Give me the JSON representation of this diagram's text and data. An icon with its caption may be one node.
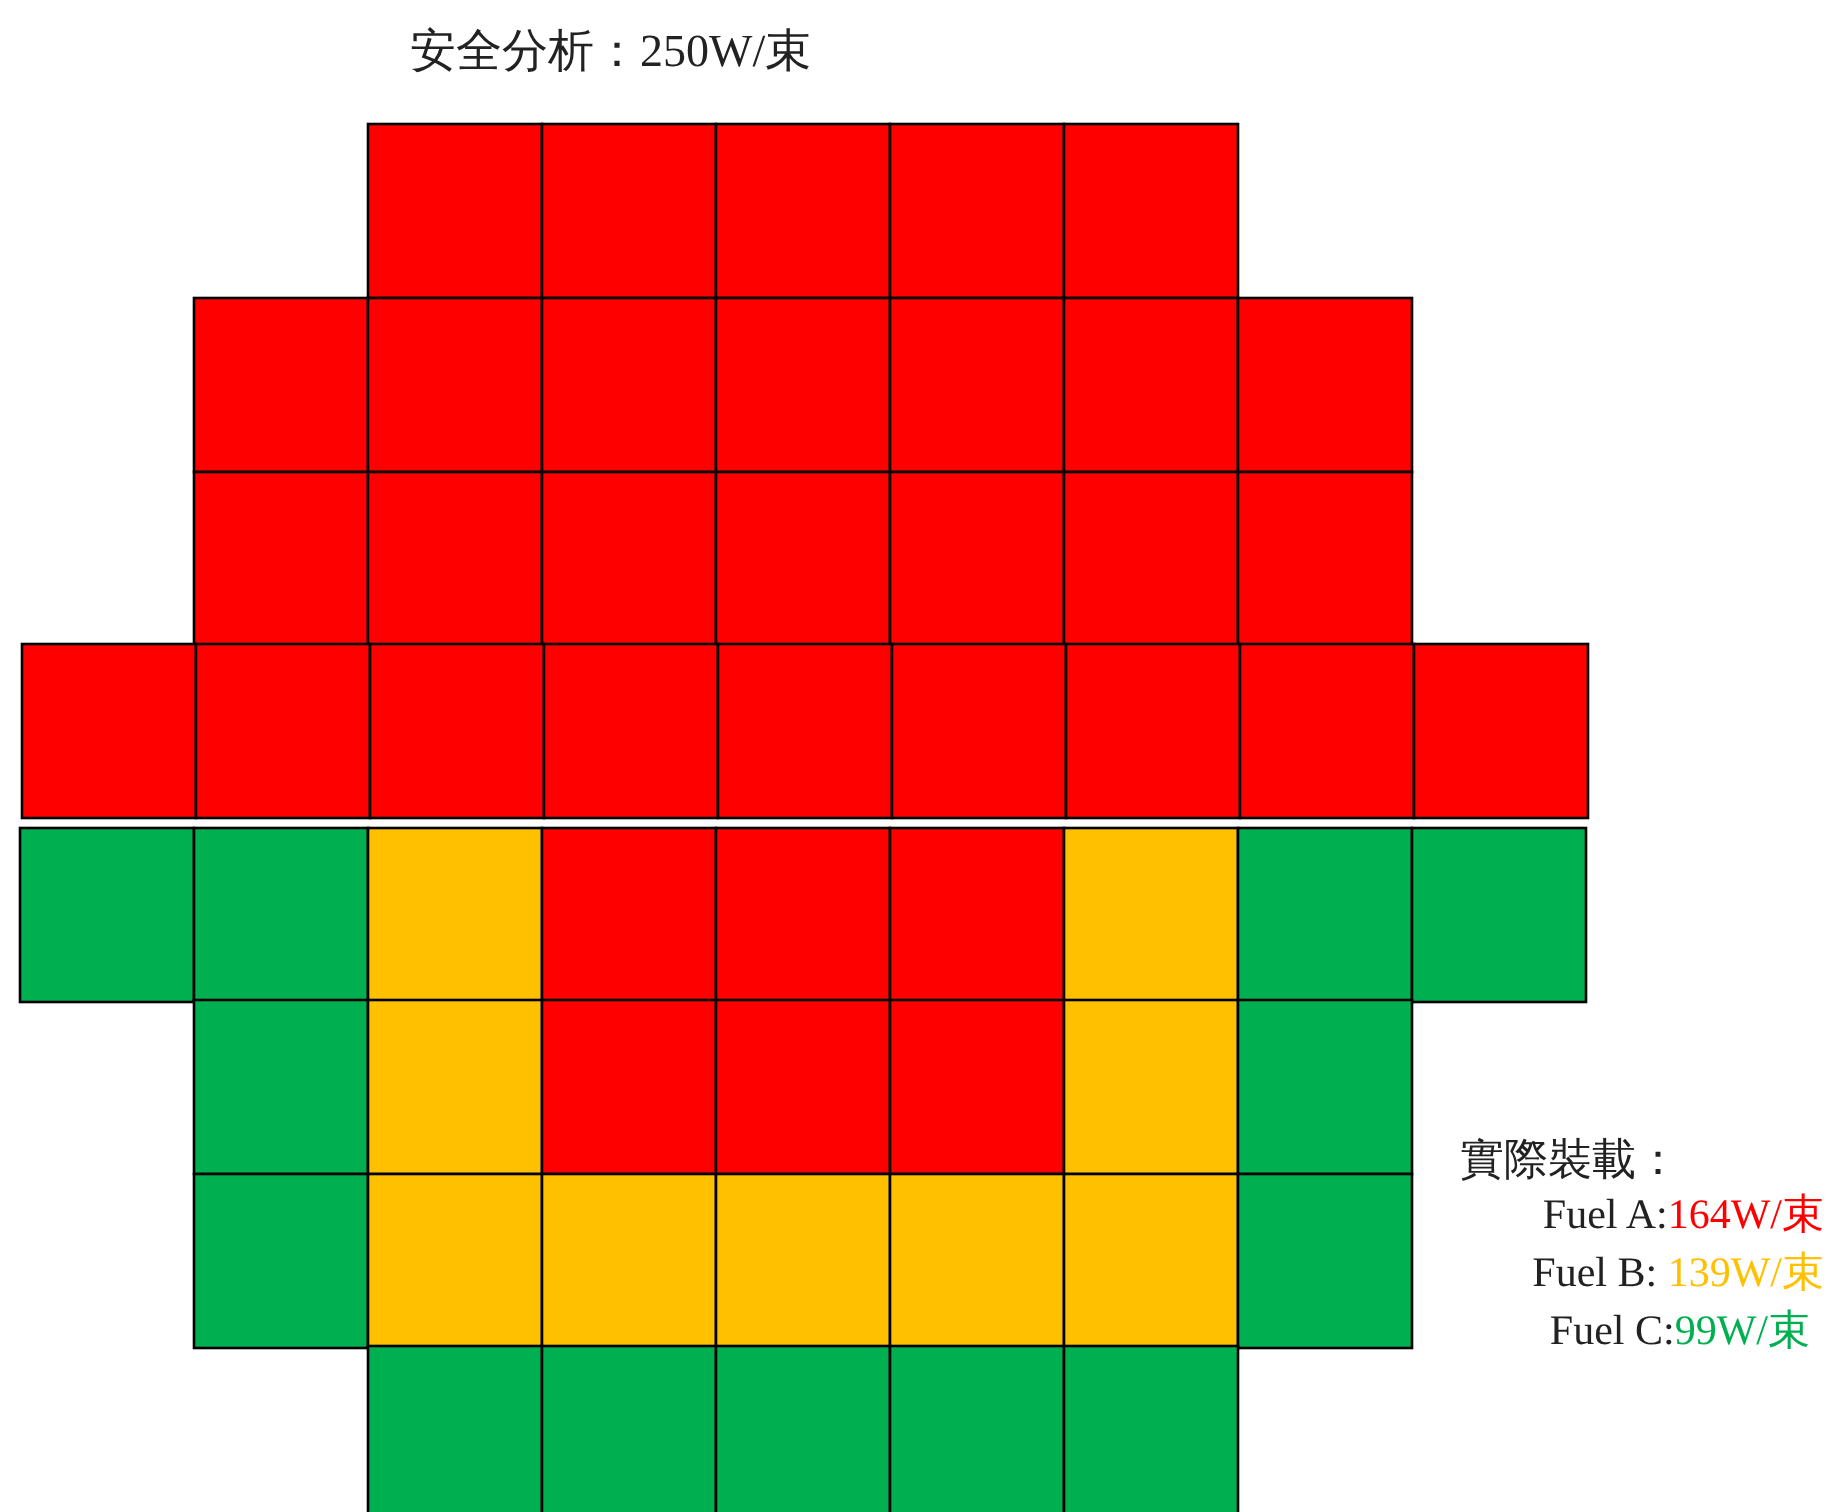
{
  "diagram": {
    "title": "安全分析：250W/束",
    "labels": [
      "實際裝載："
    ],
    "legend": [
      {
        "text": "Fuel A:164W/束",
        "color": "#ff0000"
      },
      {
        "text": "Fuel B: 139W/束",
        "color": "#ffc000"
      },
      {
        "text": "Fuel C:99W/束",
        "color": "#00b050"
      }
    ]
  }
}
